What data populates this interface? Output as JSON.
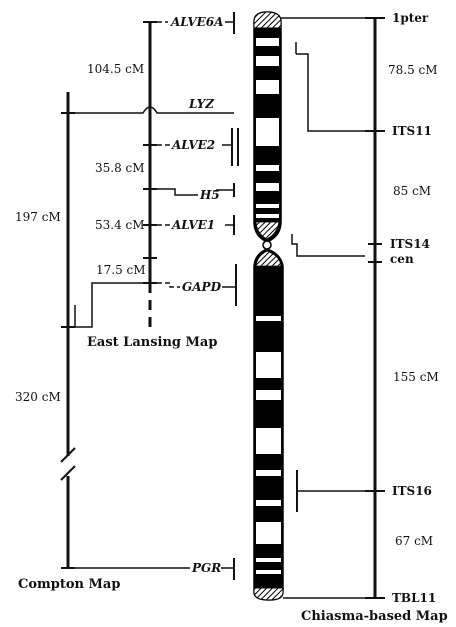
{
  "maps": {
    "east_lansing": "East Lansing Map",
    "compton": "Compton Map",
    "chiasma": "Chiasma-based Map"
  },
  "genes": {
    "alve6a": "ALVE6A",
    "lyz": "LYZ",
    "alve2": "ALVE2",
    "h5": "H5",
    "alve1": "ALVE1",
    "gapd": "GAPD",
    "pgr": "PGR"
  },
  "east_lansing_distances": {
    "d1": "104.5 cM",
    "d2": "35.8 cM",
    "d3": "53.4 cM",
    "d4": "17.5 cM"
  },
  "compton_distances": {
    "d1": "197 cM",
    "d2": "320 cM"
  },
  "chiasma_markers": {
    "top": "1pter",
    "its11": "ITS11",
    "its14": "ITS14",
    "cen": "cen",
    "its16": "ITS16",
    "bottom": "TBL11"
  },
  "chiasma_distances": {
    "d1": "78.5 cM",
    "d2": "85 cM",
    "d3": "155 cM",
    "d4": "67 cM"
  },
  "colors": {
    "ink": "#111111",
    "chromosome": "#000000",
    "background": "#ffffff"
  }
}
